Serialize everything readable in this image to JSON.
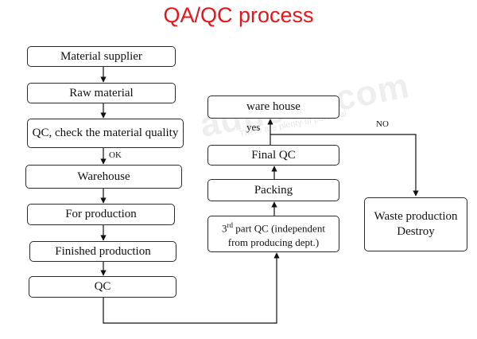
{
  "title": "QA/QC process",
  "nodes": {
    "material_supplier": "Material supplier",
    "raw_material": "Raw material",
    "qc_check": "QC, check the material quality",
    "warehouse": "Warehouse",
    "for_production": "For production",
    "finished_production": "Finished production",
    "qc": "QC",
    "third_part_qc": {
      "prefix": "3",
      "sup": "rd",
      "line1_rest": " part QC (independent",
      "line2": "from producing dept.)"
    },
    "packing": "Packing",
    "final_qc": "Final QC",
    "ware_house": "ware house",
    "waste": {
      "line1": "Waste production",
      "line2": "Destroy"
    }
  },
  "edge_labels": {
    "ok": "OK",
    "yes": "yes",
    "no": "NO"
  },
  "watermark": {
    "brand": "adhose.com",
    "tagline": "There are plenty of potential"
  }
}
